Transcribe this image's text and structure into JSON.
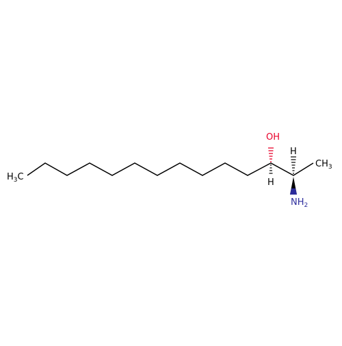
{
  "molecule": {
    "atom_labels": {
      "methyl_left": {
        "main": "H",
        "sub": "3",
        "tail": "C"
      },
      "methyl_right": {
        "main": "CH",
        "sub": "3"
      },
      "hydroxyl": {
        "main": "OH"
      },
      "amine": {
        "main": "NH",
        "sub": "2"
      },
      "h_c3": {
        "main": "H"
      },
      "h_c2": {
        "main": "H"
      }
    },
    "colors": {
      "bond": "#000000",
      "oxygen": "#e8002a",
      "nitrogen": "#2d2d9c",
      "carbon_label": "#000000"
    }
  }
}
